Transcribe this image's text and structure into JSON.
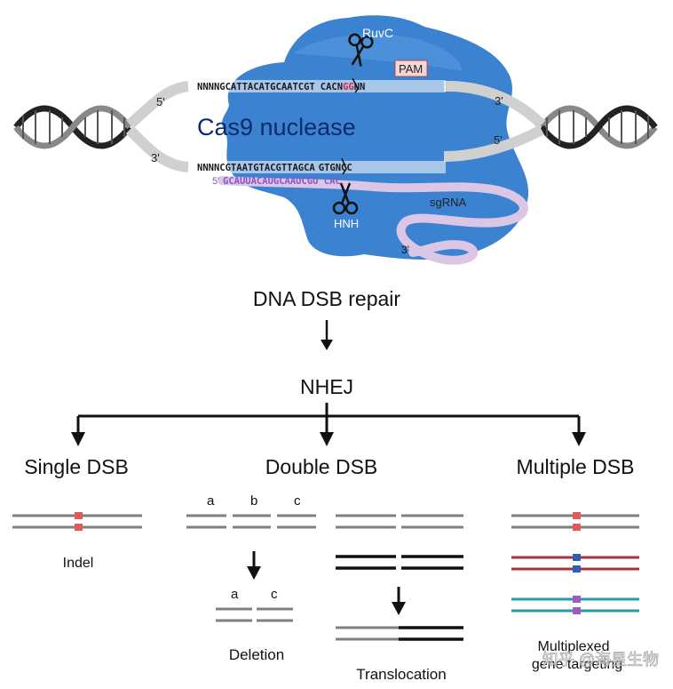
{
  "top": {
    "ruvc": "RuvC",
    "pam": "PAM",
    "cas9": "Cas9 nuclease",
    "hnh": "HNH",
    "sgrna": "sgRNA",
    "five_prime_left": "5'",
    "three_prime_left": "3'",
    "three_prime_right": "3'",
    "five_prime_right": "5'",
    "three_prime_sgrna": "3'",
    "five_prime_rna": "5'",
    "top_strand_pre": "NNNNGCATTACATGCAATCGT",
    "top_strand_cut": "CACN",
    "top_strand_gg": "GG",
    "top_strand_post": "NN",
    "bottom_strand_pre": "NNNNCGTAATGTACGTTAGCA",
    "bottom_strand_post": "GTGNCC",
    "rna_seq": "GCAUUACAUGCAAUCGU CAC",
    "colors": {
      "cas9_fill": "#3b82d0",
      "cas9_text": "#0d2a6e",
      "rna": "#8a55c8",
      "sgrna_tube": "#dcc6e6",
      "pam_red": "#e0233c"
    }
  },
  "flow": {
    "repair": "DNA DSB repair",
    "nhej": "NHEJ"
  },
  "single": {
    "title": "Single DSB",
    "indel": "Indel"
  },
  "double": {
    "title": "Double DSB",
    "a": "a",
    "b": "b",
    "c": "c",
    "a2": "a",
    "c2": "c",
    "deletion": "Deletion",
    "translocation": "Translocation"
  },
  "multiple": {
    "title": "Multiple DSB",
    "label_line1": "Multiplexed",
    "label_line2": "gene targeting",
    "colors": {
      "grey": "#7f7f7f",
      "dark_red": "#a83240",
      "teal": "#2a9aa6",
      "red_mark": "#e05a5a",
      "blue_mark": "#2e5fb0",
      "purple_mark": "#a05ac0"
    }
  },
  "watermark": "知乎 @海星生物"
}
